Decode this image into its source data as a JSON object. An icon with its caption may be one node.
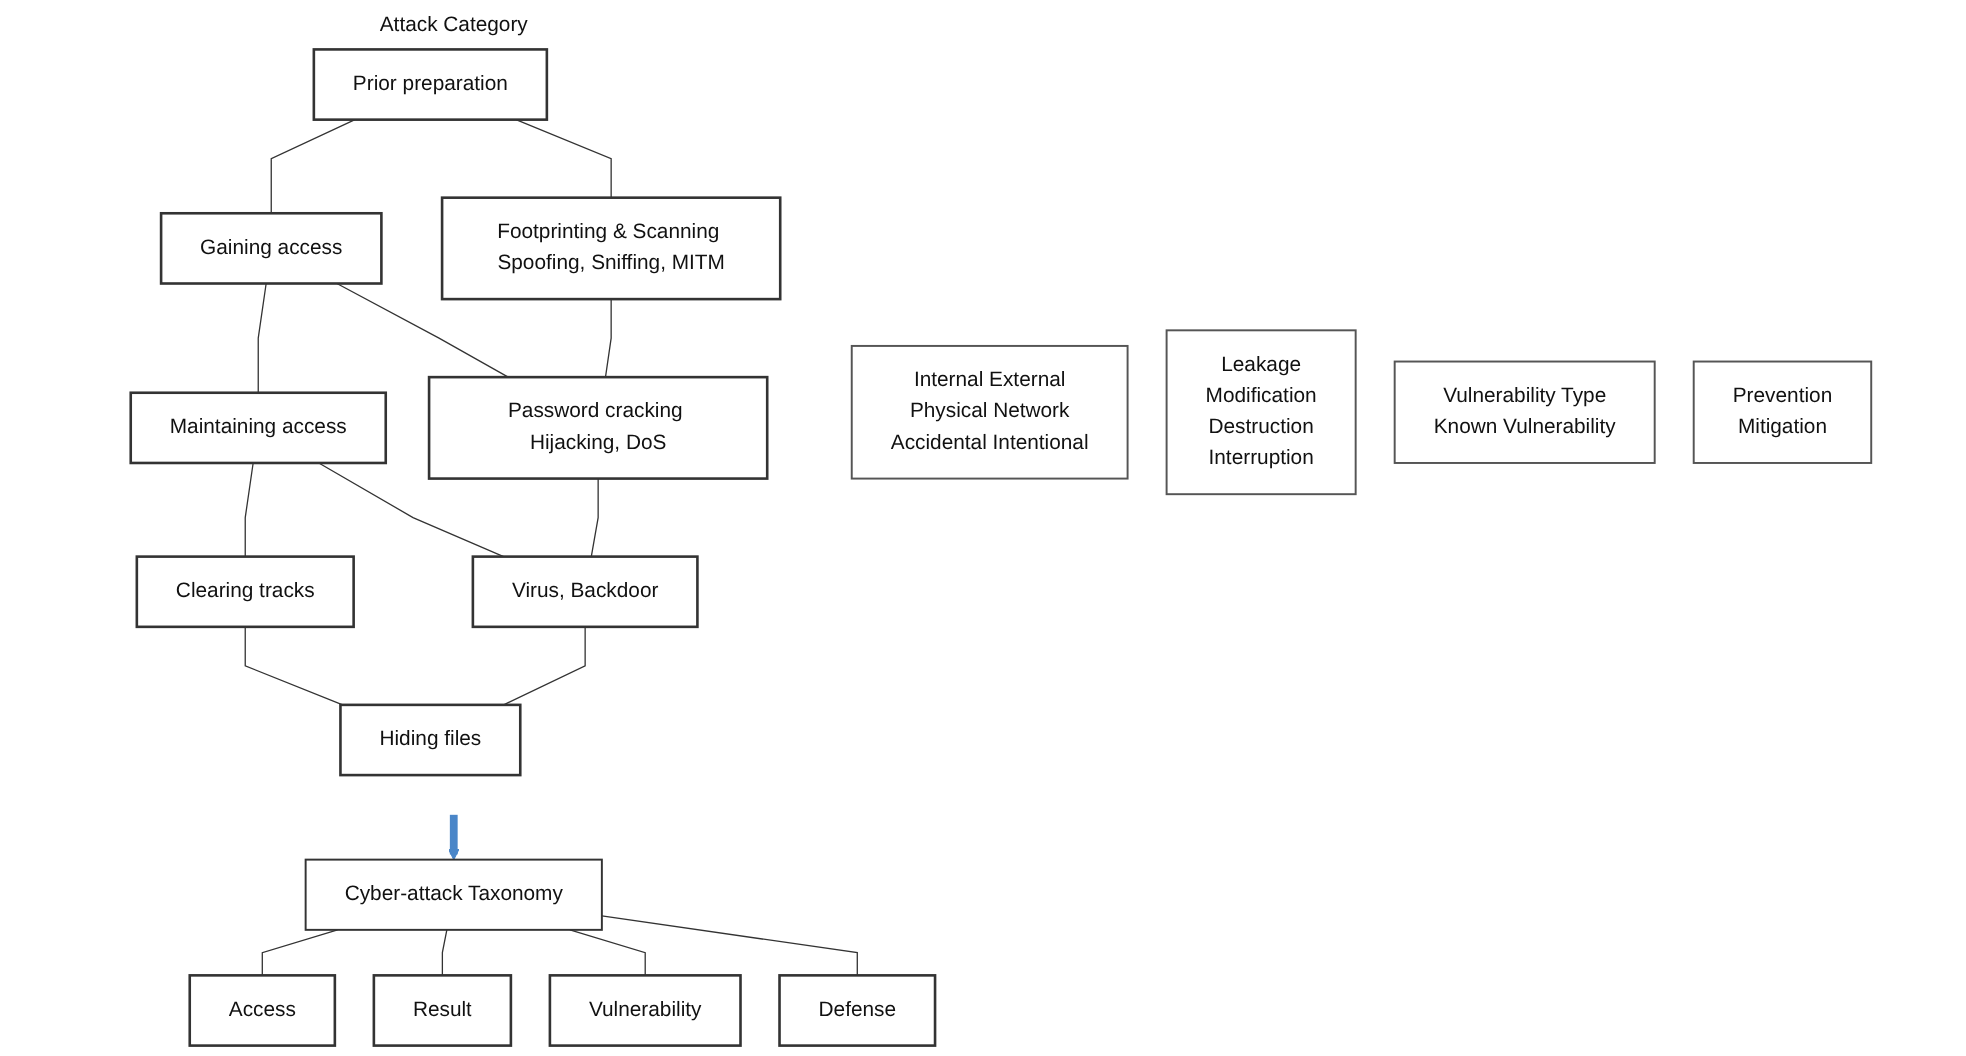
{
  "diagram": {
    "nodes": [
      {
        "text": [
          "Attack Category"
        ]
      },
      {
        "text": [
          "Prior preparation"
        ],
        "in": 0
      },
      {
        "text": [
          "Footprinting & Scanning Spoofing, Sniffing, MITM"
        ],
        "in": 0
      },
      {
        "text": [
          "Gaining access"
        ],
        "in": 0
      },
      {
        "text": [
          "Password cracking Hijacking, DoS"
        ],
        "in": 0
      },
      {
        "text": [
          "Maintaining access"
        ],
        "in": 0
      },
      {
        "text": [
          "Virus, Backdoor"
        ],
        "in": 0
      },
      {
        "text": [
          "Clearing tracks"
        ],
        "in": 0
      },
      {
        "text": [
          "Hiding files"
        ],
        "in": 0
      },
      {
        "text": [
          "Cyber-attack Taxonomy"
        ]
      },
      {
        "text": [
          "Access"
        ]
      },
      {
        "text": [
          "Result"
        ]
      },
      {
        "text": [
          "Vulnerability"
        ]
      },
      {
        "text": [
          "Defense"
        ]
      },
      {
        "text": [
          "Internal External",
          "Physical Network",
          "Accidental Intentional"
        ]
      },
      {
        "text": [
          "Leakage",
          "Modification",
          "Destruction",
          "Interruption"
        ]
      },
      {
        "text": [
          "Vulnerability Type",
          "Known Vulnerability"
        ]
      },
      {
        "text": [
          "Prevention",
          "Mitigation"
        ]
      }
    ],
    "edges": [
      {
        "from": 1,
        "to": 2,
        "arrow": "none"
      },
      {
        "from": 3,
        "to": 4,
        "arrow": "none"
      },
      {
        "from": 5,
        "to": 6,
        "arrow": "none"
      },
      {
        "from": 7,
        "to": 8,
        "arrow": "none"
      },
      {
        "from": 1,
        "to": 3,
        "arrow": "none"
      },
      {
        "from": 3,
        "to": 5,
        "arrow": "none"
      },
      {
        "from": 5,
        "to": 7,
        "arrow": "none"
      },
      {
        "from": 2,
        "to": 4,
        "arrow": "none"
      },
      {
        "from": 4,
        "to": 6,
        "arrow": "none"
      },
      {
        "from": 6,
        "to": 8,
        "arrow": "none"
      },
      {
        "from": 9,
        "to": 10,
        "arrow": "none"
      },
      {
        "from": 9,
        "to": 11,
        "arrow": "none"
      },
      {
        "from": 9,
        "to": 12,
        "arrow": "none"
      },
      {
        "from": 9,
        "to": 13,
        "arrow": "none"
      },
      {
        "from": 0,
        "to": 9,
        "arrow": "to",
        "style": "thick",
        "color": "#4a86c8"
      }
    ]
  }
}
